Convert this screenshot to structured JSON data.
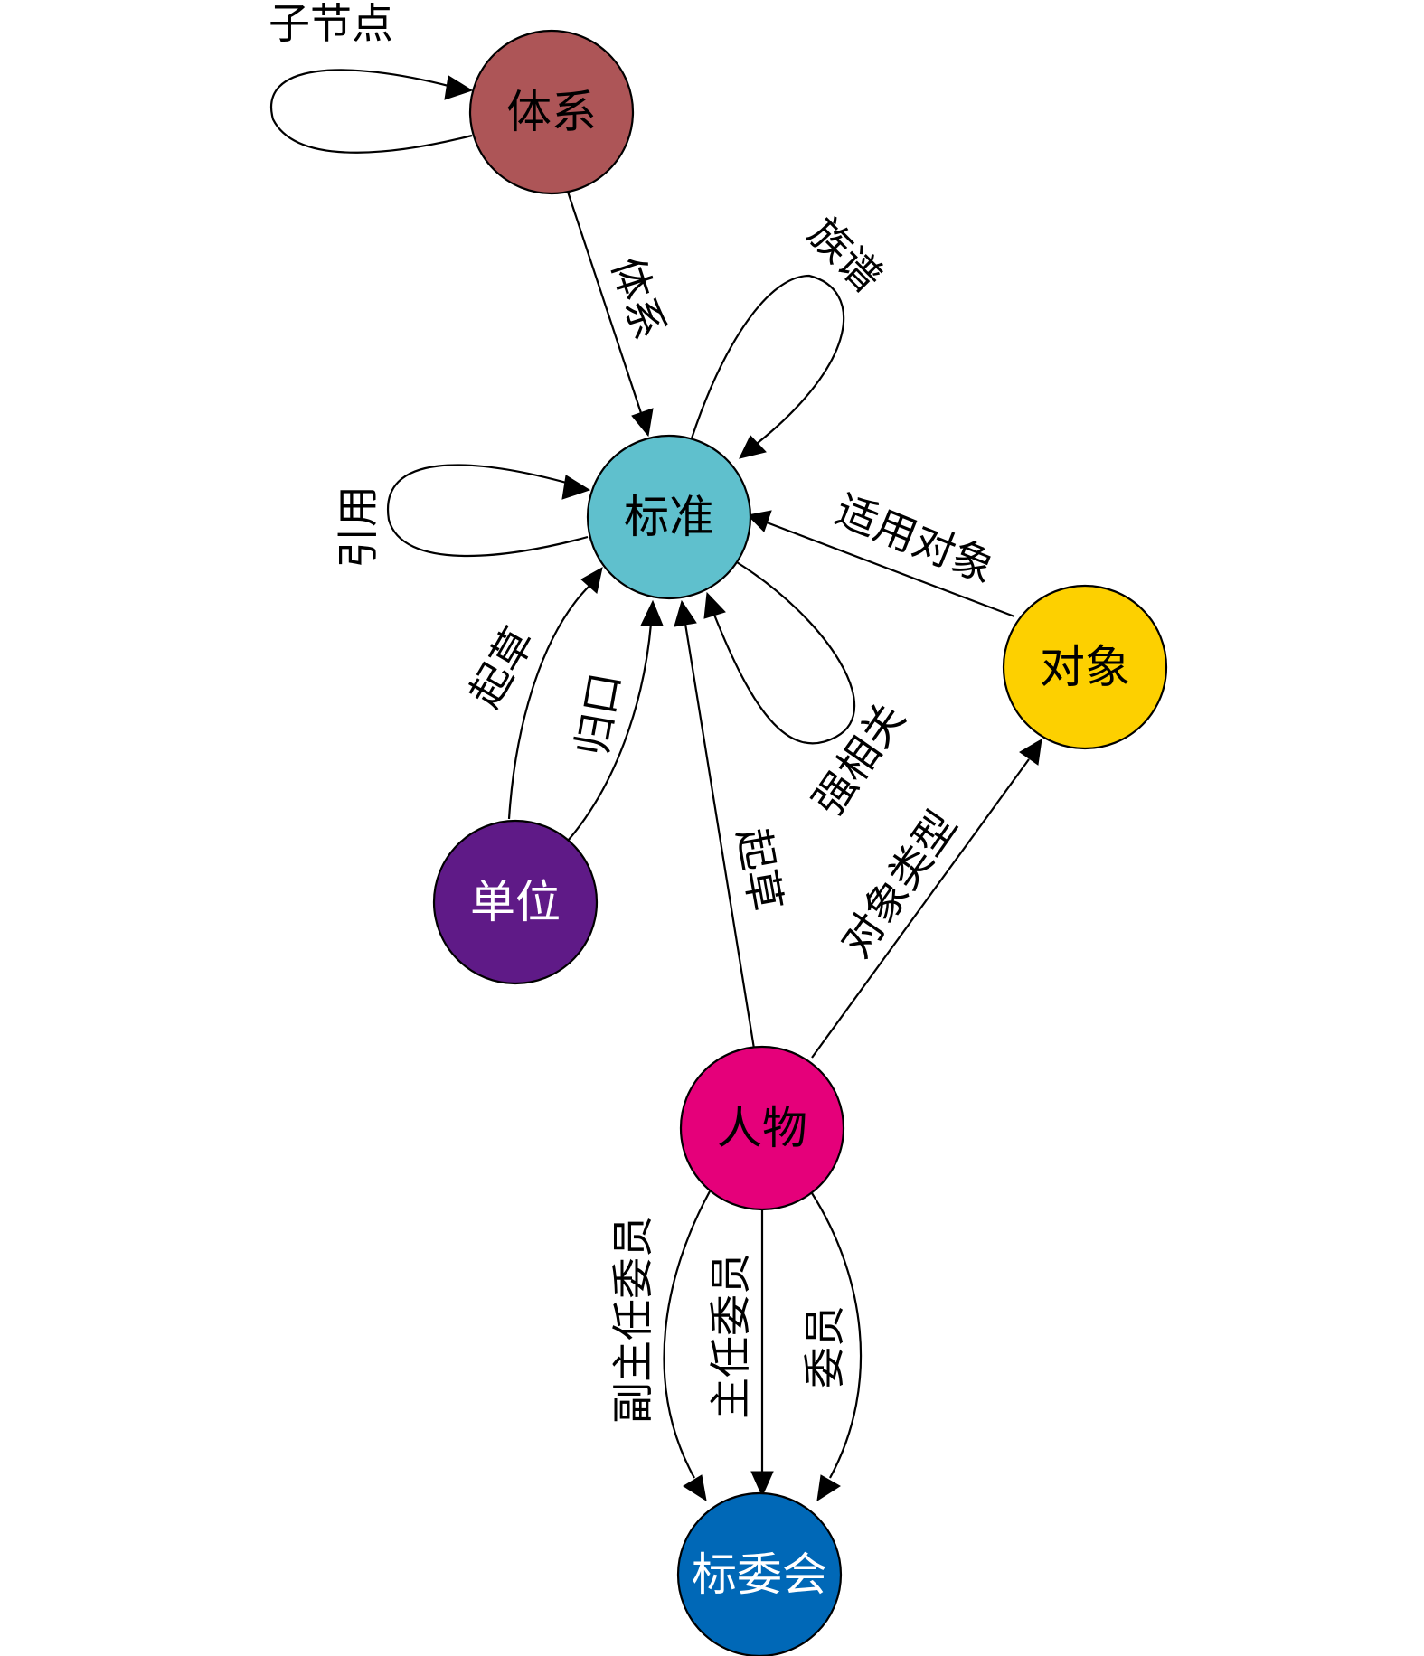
{
  "nodes": [
    {
      "id": "tixi",
      "label": "体系",
      "color": "#ad5557",
      "text_color": "#000000"
    },
    {
      "id": "biaozhun",
      "label": "标准",
      "color": "#5fc0cd",
      "text_color": "#000000"
    },
    {
      "id": "duixiang",
      "label": "对象",
      "color": "#fdd000",
      "text_color": "#000000"
    },
    {
      "id": "danwei",
      "label": "单位",
      "color": "#5f1a87",
      "text_color": "#ffffff"
    },
    {
      "id": "renwu",
      "label": "人物",
      "color": "#e5007a",
      "text_color": "#000000"
    },
    {
      "id": "biaoweihui",
      "label": "标委会",
      "color": "#0068b7",
      "text_color": "#ffffff"
    }
  ],
  "edges": [
    {
      "id": "zijiedian",
      "from": "tixi",
      "to": "tixi",
      "label": "子节点"
    },
    {
      "id": "tixi-biaozhun",
      "from": "tixi",
      "to": "biaozhun",
      "label": "体系"
    },
    {
      "id": "zupu",
      "from": "biaozhun",
      "to": "biaozhun",
      "label": "族谱"
    },
    {
      "id": "yinyong",
      "from": "biaozhun",
      "to": "biaozhun",
      "label": "引用"
    },
    {
      "id": "qiangxiangguan",
      "from": "biaozhun",
      "to": "biaozhun",
      "label": "强相关"
    },
    {
      "id": "shiyongduixiang",
      "from": "duixiang",
      "to": "biaozhun",
      "label": "适用对象"
    },
    {
      "id": "danwei-qicao",
      "from": "danwei",
      "to": "biaozhun",
      "label": "起草"
    },
    {
      "id": "danwei-guikou",
      "from": "danwei",
      "to": "biaozhun",
      "label": "归口"
    },
    {
      "id": "renwu-qicao",
      "from": "renwu",
      "to": "biaozhun",
      "label": "起草"
    },
    {
      "id": "duixiangleixing",
      "from": "renwu",
      "to": "duixiang",
      "label": "对象类型"
    },
    {
      "id": "fuzhuren",
      "from": "renwu",
      "to": "biaoweihui",
      "label": "副主任委员"
    },
    {
      "id": "zhuren",
      "from": "renwu",
      "to": "biaoweihui",
      "label": "主任委员"
    },
    {
      "id": "weiyuan",
      "from": "renwu",
      "to": "biaoweihui",
      "label": "委员"
    }
  ]
}
